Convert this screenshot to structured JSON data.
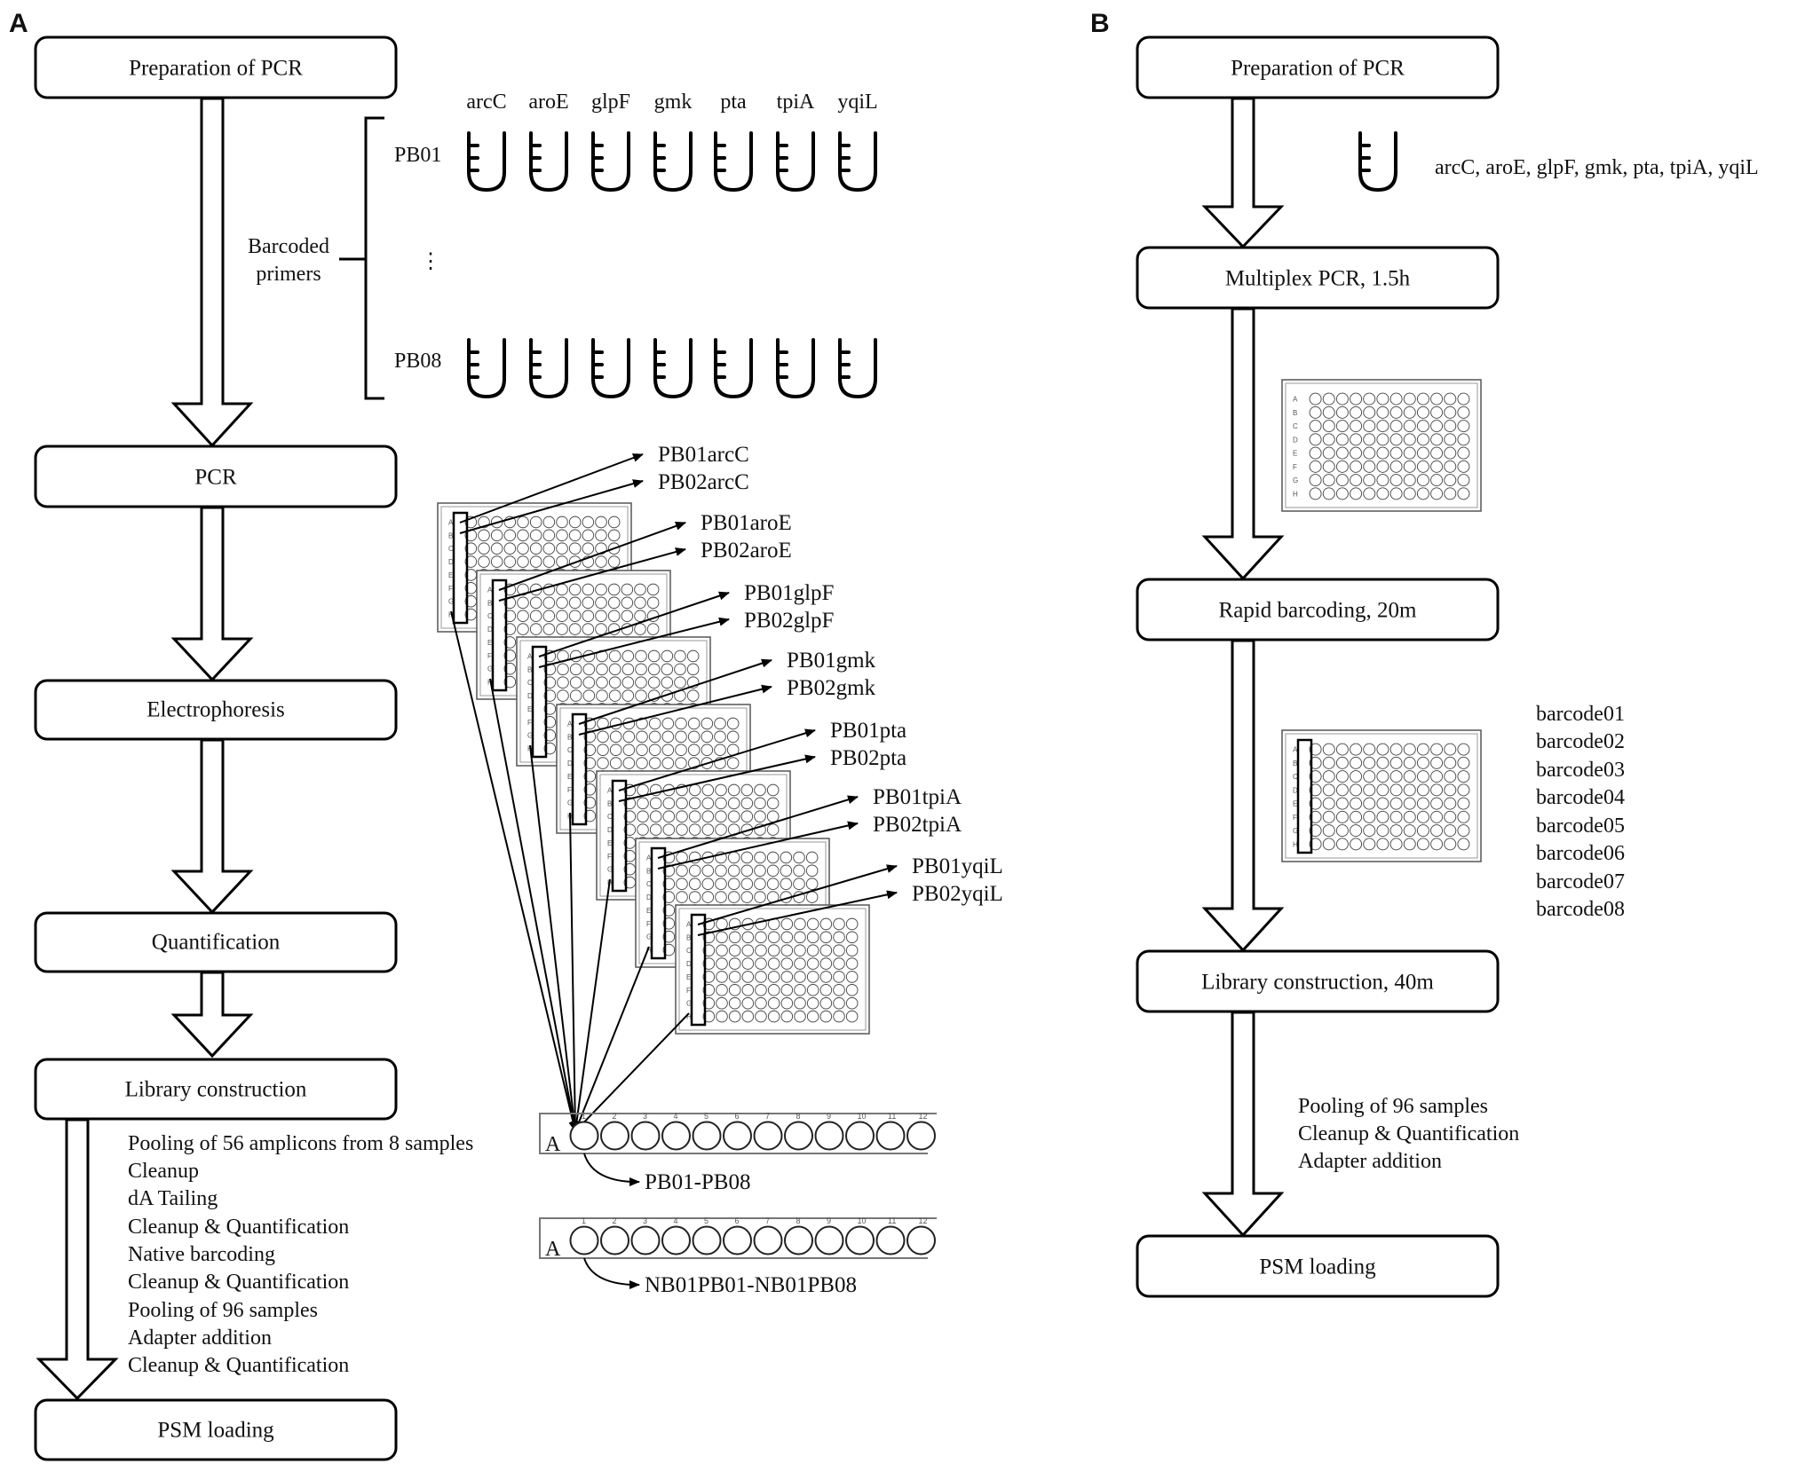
{
  "panel_a": {
    "label": "A",
    "steps": [
      "Preparation of PCR",
      "PCR",
      "Electrophoresis",
      "Quantification",
      "Library construction",
      "PSM loading"
    ],
    "genes": [
      "arcC",
      "aroE",
      "glpF",
      "gmk",
      "pta",
      "tpiA",
      "yqiL"
    ],
    "primer_sets": [
      "PB01",
      "PB08"
    ],
    "ellipsis": "⋮",
    "barcoded_label": [
      "Barcoded",
      "primers"
    ],
    "product_labels": [
      [
        "PB01arcC",
        "PB02arcC"
      ],
      [
        "PB01aroE",
        "PB02aroE"
      ],
      [
        "PB01glpF",
        "PB02glpF"
      ],
      [
        "PB01gmk",
        "PB02gmk"
      ],
      [
        "PB01pta",
        "PB02pta"
      ],
      [
        "PB01tpiA",
        "PB02tpiA"
      ],
      [
        "PB01yqiL",
        "PB02yqiL"
      ]
    ],
    "plate_row_letters": [
      "A",
      "B",
      "C",
      "D",
      "E",
      "F",
      "G",
      "H"
    ],
    "pool_labels": [
      "PB01-PB08",
      "NB01PB01-NB01PB08"
    ],
    "strip_row_label": "A",
    "strip_columns": [
      "1",
      "2",
      "3",
      "4",
      "5",
      "6",
      "7",
      "8",
      "9",
      "10",
      "11",
      "12"
    ],
    "library_steps": [
      "Pooling of 56 amplicons from 8 samples",
      "Cleanup",
      "dA Tailing",
      "Cleanup & Quantification",
      "Native barcoding",
      "Cleanup & Quantification",
      "Pooling of 96 samples",
      "Adapter addition",
      "Cleanup & Quantification"
    ]
  },
  "panel_b": {
    "label": "B",
    "steps": [
      "Preparation of PCR",
      "Multiplex PCR, 1.5h",
      "Rapid barcoding, 20m",
      "Library construction, 40m",
      "PSM loading"
    ],
    "tube_label": "arcC, aroE, glpF, gmk, pta, tpiA, yqiL",
    "barcodes": [
      "barcode01",
      "barcode02",
      "barcode03",
      "barcode04",
      "barcode05",
      "barcode06",
      "barcode07",
      "barcode08"
    ],
    "library_steps": [
      "Pooling of 96 samples",
      "Cleanup & Quantification",
      "Adapter addition"
    ]
  }
}
